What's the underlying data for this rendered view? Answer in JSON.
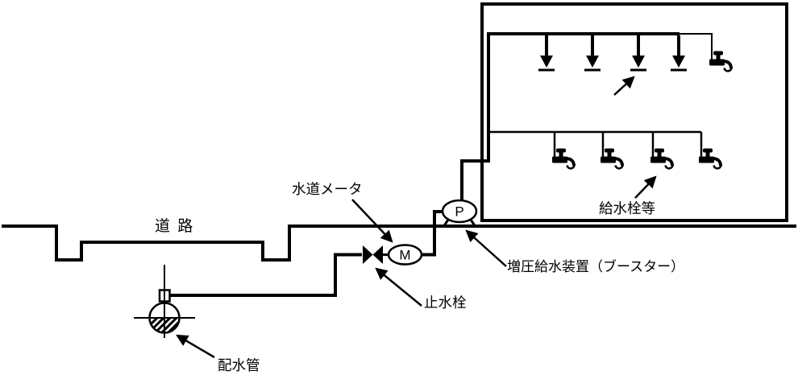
{
  "figure": {
    "background_color": "#ffffff",
    "line_color": "#000000"
  },
  "labels": {
    "road": "道 路",
    "water_meter": "水道メータ",
    "stop_valve": "止水栓",
    "booster_device": "増圧給水装置（ブースター）",
    "supply_faucets": "給水栓等",
    "distribution_pipe": "配水管"
  },
  "symbols": {
    "meter_letter": "M",
    "pump_letter": "P"
  },
  "icons": {
    "water_main": "water-main-cross-section-icon",
    "corporation_stop": "corp-stop-icon",
    "stop_valve": "valve-bowtie-icon",
    "meter": "meter-ellipse-icon",
    "booster_pump": "pump-ellipse-icon",
    "tap_outlet": "tap-outlet-icon",
    "faucet": "faucet-icon"
  },
  "counts": {
    "upper_floor_tap_outlets": 4,
    "upper_floor_faucets": 1,
    "lower_floor_faucets": 4
  }
}
